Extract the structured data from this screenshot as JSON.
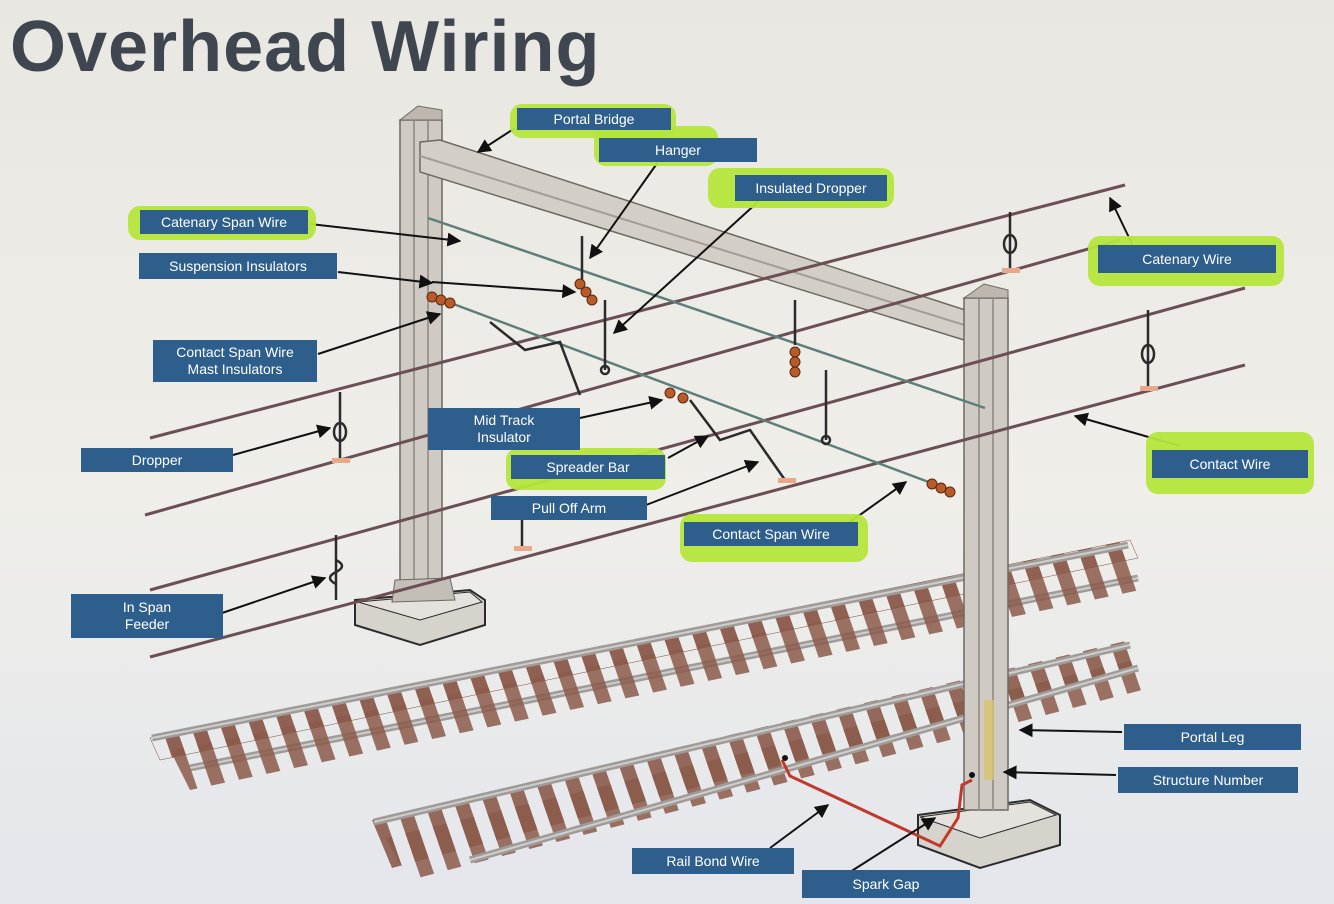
{
  "title": "Overhead Wiring",
  "labels": {
    "portal_bridge": "Portal Bridge",
    "hanger": "Hanger",
    "insulated_dropper": "Insulated Dropper",
    "catenary_span_wire": "Catenary Span Wire",
    "suspension_insulators": "Suspension Insulators",
    "contact_span_wire_mast_insulators": "Contact Span Wire\nMast Insulators",
    "catenary_wire": "Catenary Wire",
    "mid_track_insulator": "Mid Track\nInsulator",
    "dropper": "Dropper",
    "spreader_bar": "Spreader Bar",
    "contact_wire": "Contact Wire",
    "pull_off_arm": "Pull Off Arm",
    "contact_span_wire": "Contact Span Wire",
    "in_span_feeder": "In Span\nFeeder",
    "portal_leg": "Portal Leg",
    "structure_number": "Structure Number",
    "rail_bond_wire": "Rail Bond Wire",
    "spark_gap": "Spark Gap"
  },
  "colors": {
    "label_bg": "#2e5f8c",
    "label_text": "#ffffff",
    "highlighter": "#b4e63c",
    "title": "#3f4650",
    "mast": "#c8c3bb",
    "wire": "#6b4f55",
    "span_wire": "#5d7f7a",
    "insulator": "#b85a2a",
    "sleeper": "#8b5a4a",
    "rail": "#a7a4a2",
    "bond_wire": "#c0392b"
  }
}
